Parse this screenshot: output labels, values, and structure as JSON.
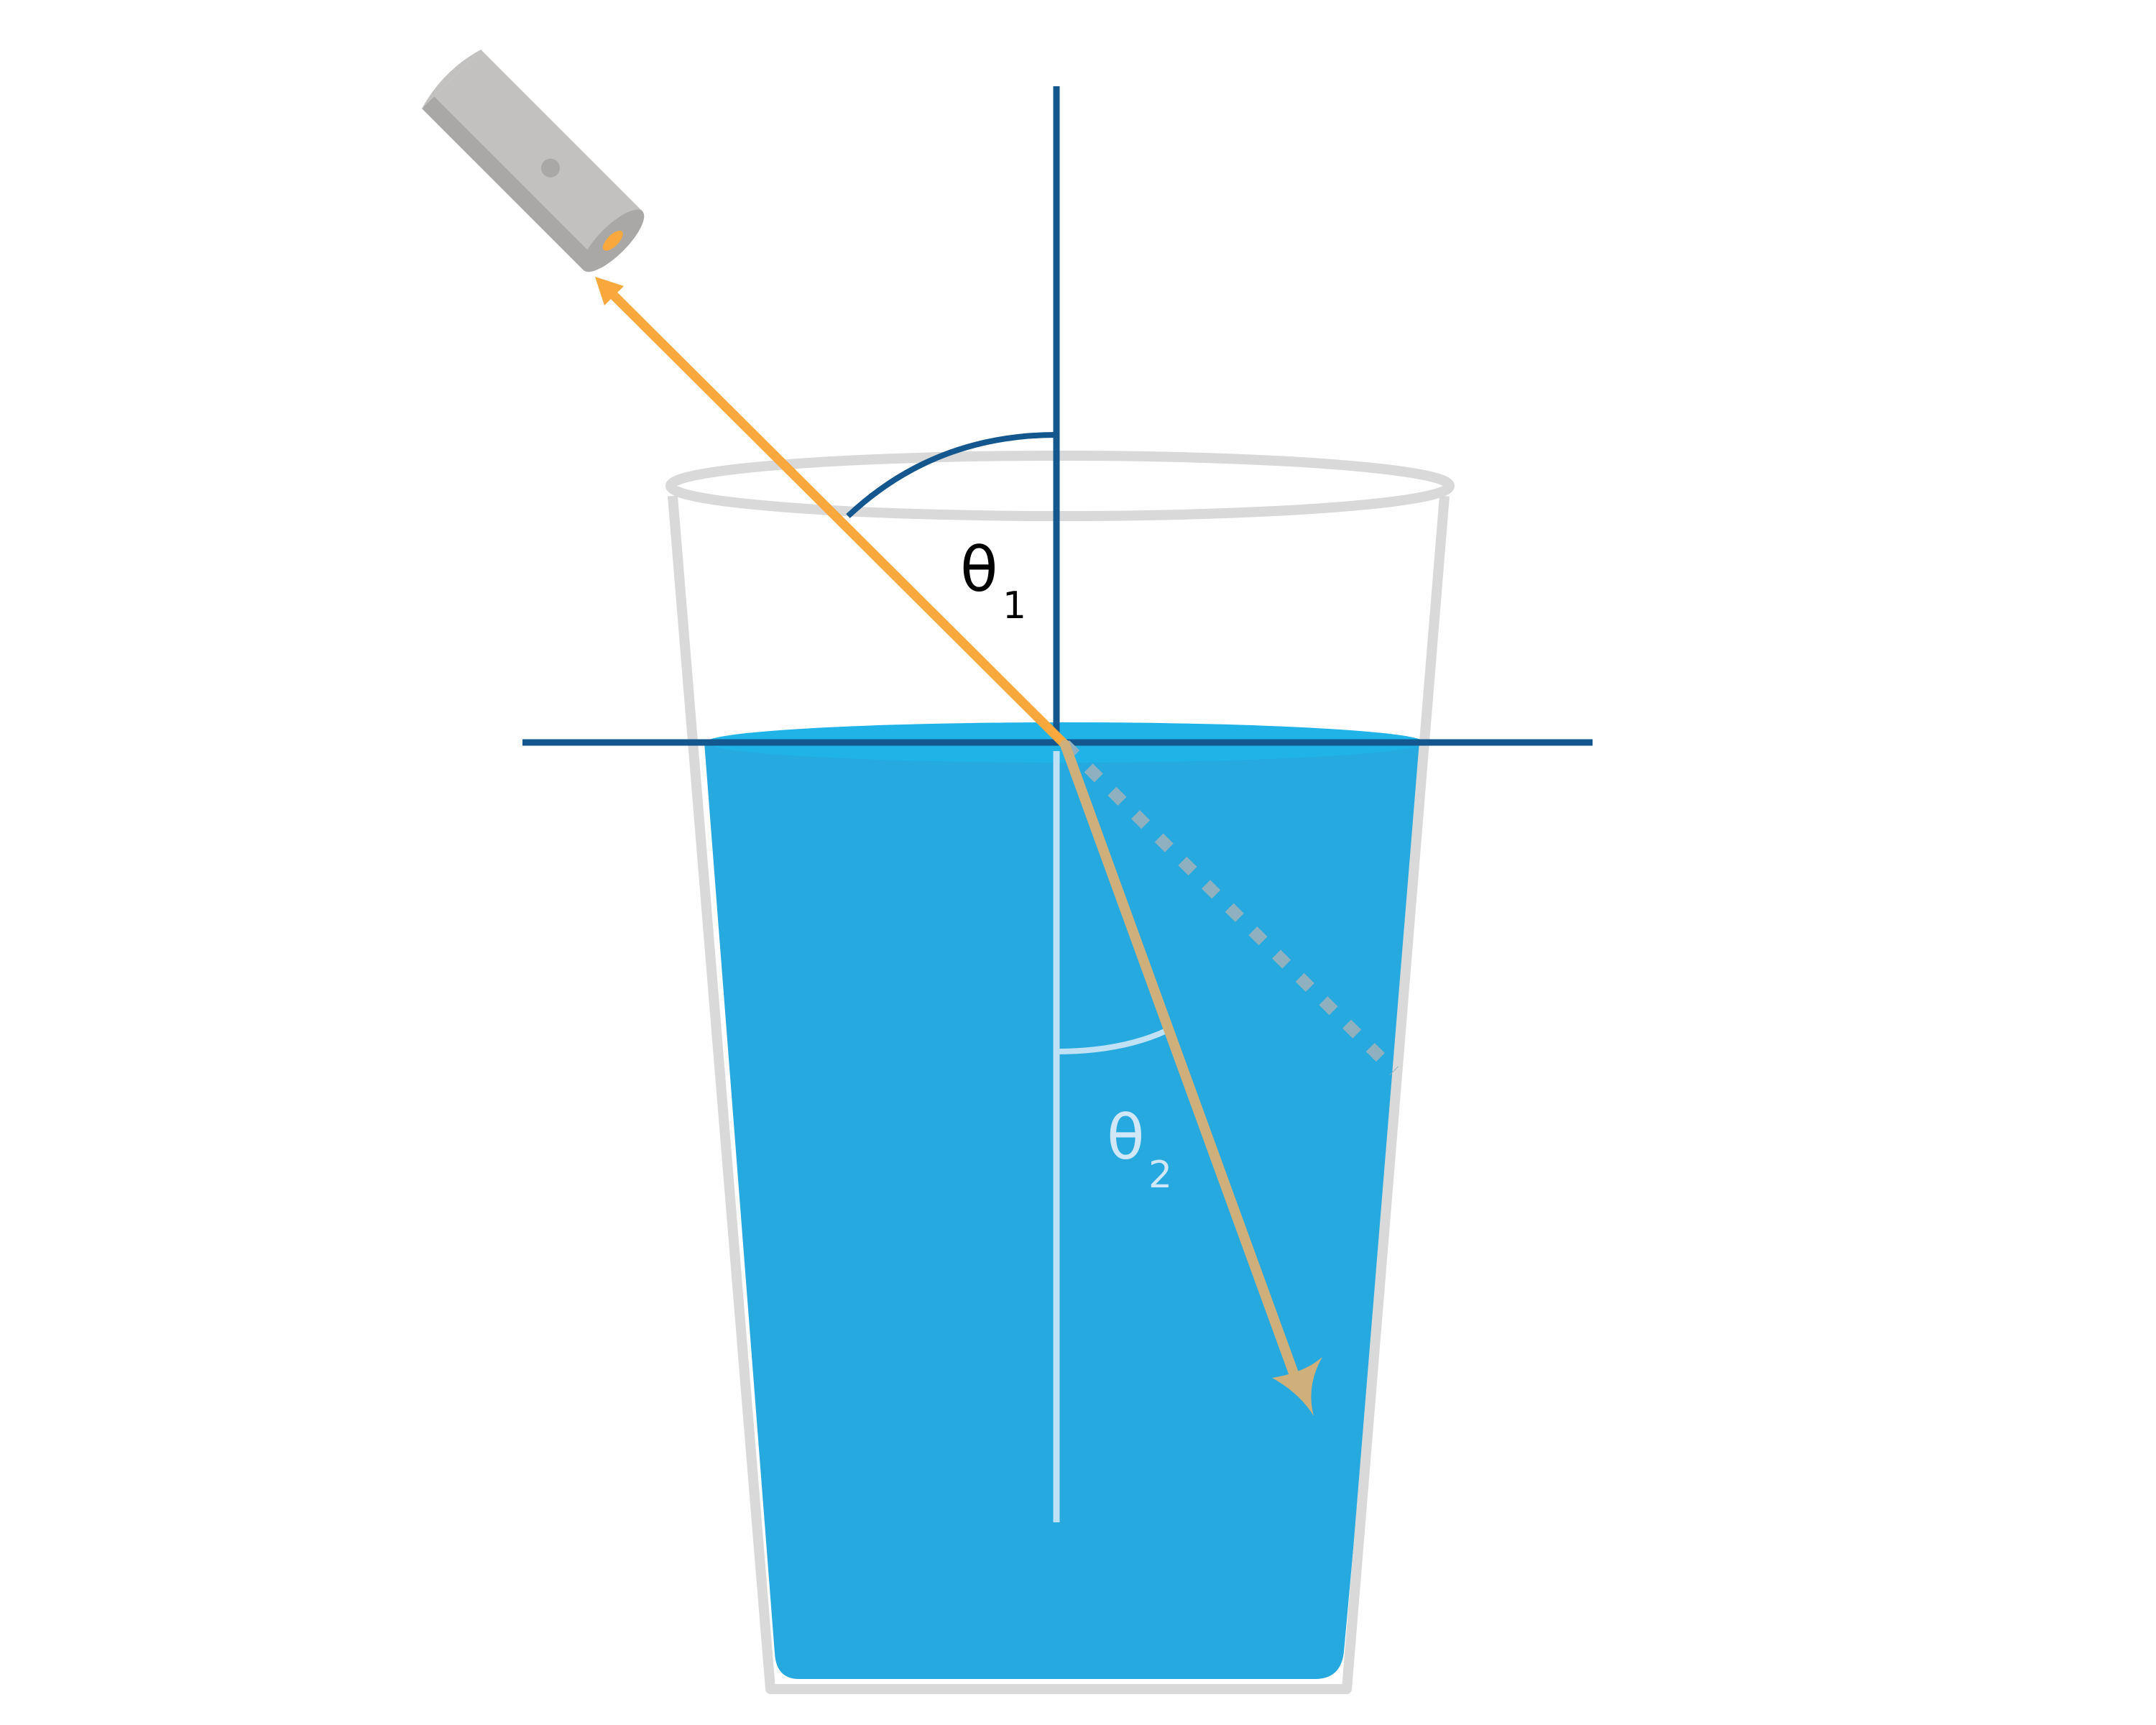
{
  "labels": {
    "theta1": {
      "symbol": "θ",
      "subscript": "1"
    },
    "theta2": {
      "symbol": "θ",
      "subscript": "2"
    }
  },
  "colors": {
    "water": "#25a9df",
    "water_surface": "#1fb3e8",
    "glass_outline": "#d9d9d9",
    "normal_line": "#13578e",
    "normal_line_underwater": "#bfe1f6",
    "incident_ray": "#f8a83c",
    "refracted_ray": "#cfb07a",
    "unrefracted_path": "#8fb0bf",
    "laser_body": "#c2c1bf",
    "laser_shadow": "#a9a8a7",
    "theta1_text": "#000000",
    "theta2_text": "#cfe7f7"
  },
  "icons": {
    "light_source": "laser-pointer-icon",
    "container": "glass-of-water-icon"
  }
}
